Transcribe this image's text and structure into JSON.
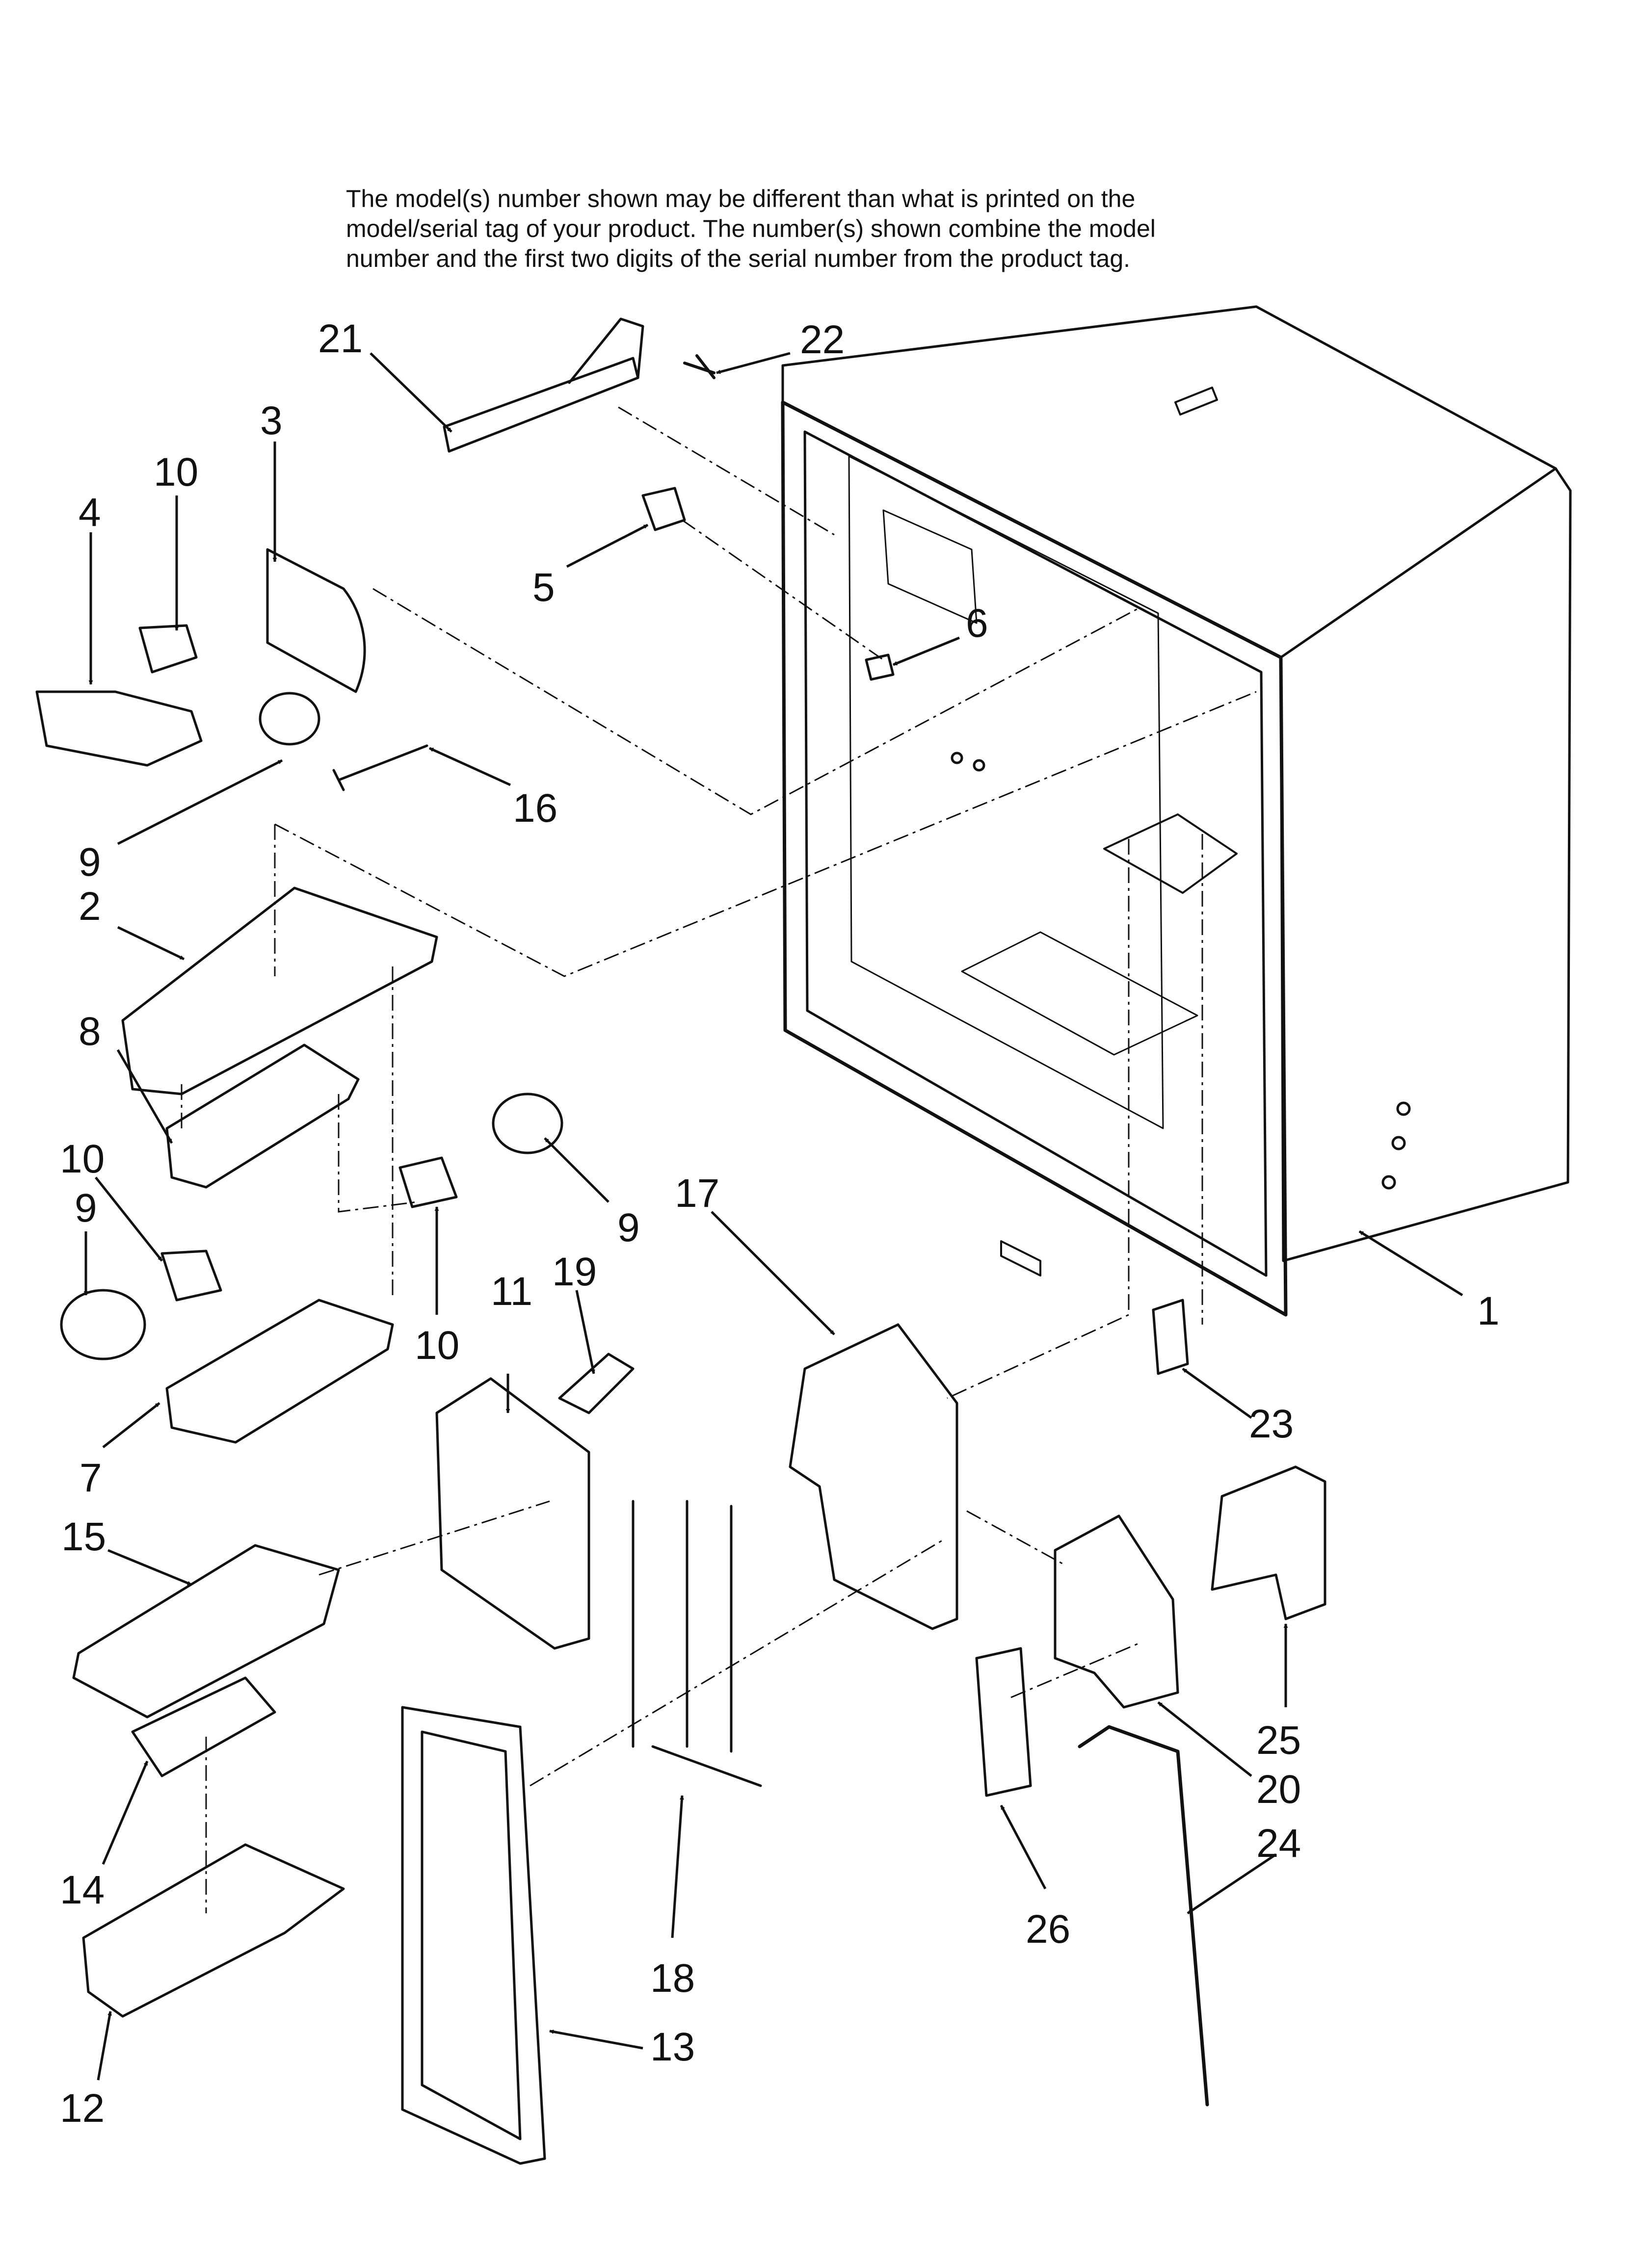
{
  "note": {
    "lines": [
      "The model(s) number shown may be different than what is printed on the",
      "model/serial tag of your product. The number(s) shown combine the model",
      "number and the first two digits of the serial number from the product tag."
    ]
  },
  "callouts": [
    {
      "id": "21",
      "text": "21"
    },
    {
      "id": "22",
      "text": "22"
    },
    {
      "id": "3",
      "text": "3"
    },
    {
      "id": "10a",
      "text": "10"
    },
    {
      "id": "4",
      "text": "4"
    },
    {
      "id": "5",
      "text": "5"
    },
    {
      "id": "6",
      "text": "6"
    },
    {
      "id": "16",
      "text": "16"
    },
    {
      "id": "9a",
      "text": "9"
    },
    {
      "id": "2",
      "text": "2"
    },
    {
      "id": "8",
      "text": "8"
    },
    {
      "id": "10b",
      "text": "10"
    },
    {
      "id": "9b",
      "text": "9"
    },
    {
      "id": "9c",
      "text": "9"
    },
    {
      "id": "10c",
      "text": "10"
    },
    {
      "id": "17",
      "text": "17"
    },
    {
      "id": "19",
      "text": "19"
    },
    {
      "id": "11",
      "text": "11"
    },
    {
      "id": "1",
      "text": "1"
    },
    {
      "id": "23",
      "text": "23"
    },
    {
      "id": "7",
      "text": "7"
    },
    {
      "id": "15",
      "text": "15"
    },
    {
      "id": "25",
      "text": "25"
    },
    {
      "id": "20",
      "text": "20"
    },
    {
      "id": "24",
      "text": "24"
    },
    {
      "id": "14",
      "text": "14"
    },
    {
      "id": "26",
      "text": "26"
    },
    {
      "id": "18",
      "text": "18"
    },
    {
      "id": "13",
      "text": "13"
    },
    {
      "id": "12",
      "text": "12"
    }
  ]
}
